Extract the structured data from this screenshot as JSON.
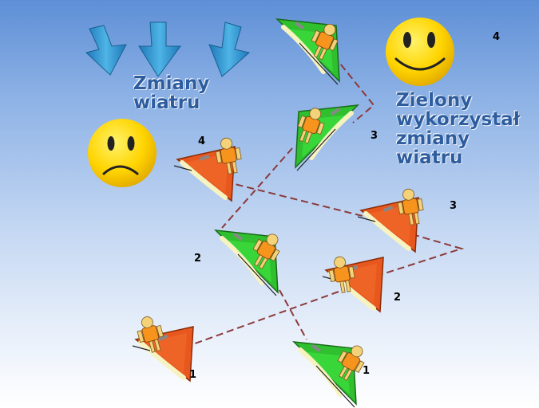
{
  "wind_label": [
    "Zmiany",
    "wiatru"
  ],
  "green_label": [
    "Zielony",
    "wykorzystał",
    "zmiany",
    "wiatru"
  ],
  "numbers": {
    "n4_top": "4",
    "n4_orange": "4",
    "n3_green": "3",
    "n3_orange": "3",
    "n2_green": "2",
    "n2_orange": "2",
    "n1_orange": "1",
    "n1_green": "1"
  },
  "colors": {
    "green_boat": "#33cc33",
    "orange_boat": "#e8581e",
    "course_line": "#8b3a3a",
    "arrow": "#2f97cf",
    "smiley": "#ffd400"
  },
  "icons": [
    "wind-arrow-icon",
    "happy-face-icon",
    "sad-face-icon",
    "green-sailboat-icon",
    "orange-sailboat-icon"
  ]
}
